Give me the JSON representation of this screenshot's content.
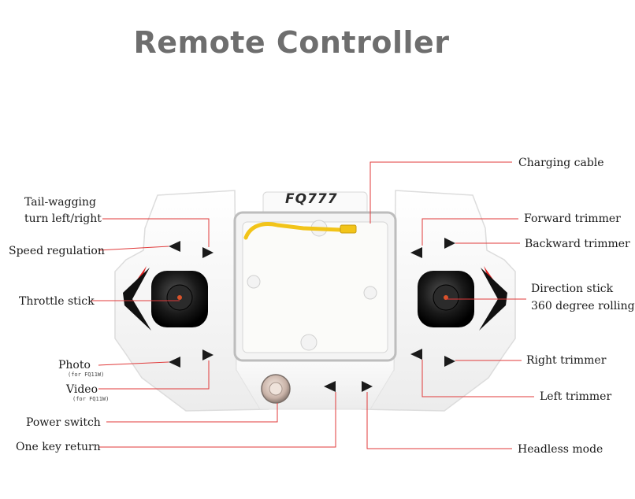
{
  "title": "Remote Controller",
  "brand": "FQ777",
  "labels": {
    "charging_cable": "Charging cable",
    "tail_wagging_1": "Tail-wagging",
    "tail_wagging_2": "turn left/right",
    "forward_trimmer": "Forward trimmer",
    "backward_trimmer": "Backward trimmer",
    "speed_regulation": "Speed regulation",
    "direction_stick_1": "Direction stick",
    "direction_stick_2": "360 degree rolling",
    "throttle_stick": "Throttle stick",
    "photo": "Photo",
    "photo_note": "(for FQ11W)",
    "video": "Video",
    "video_note": "(for FQ11W)",
    "right_trimmer": "Right trimmer",
    "left_trimmer": "Left trimmer",
    "power_switch": "Power switch",
    "one_key_return": "One key return",
    "headless_mode": "Headless mode"
  },
  "colors": {
    "leader_line": "#e03a3a",
    "title": "#6e6e6e",
    "accent_red": "#e02020",
    "cable_yellow": "#f2c419"
  }
}
